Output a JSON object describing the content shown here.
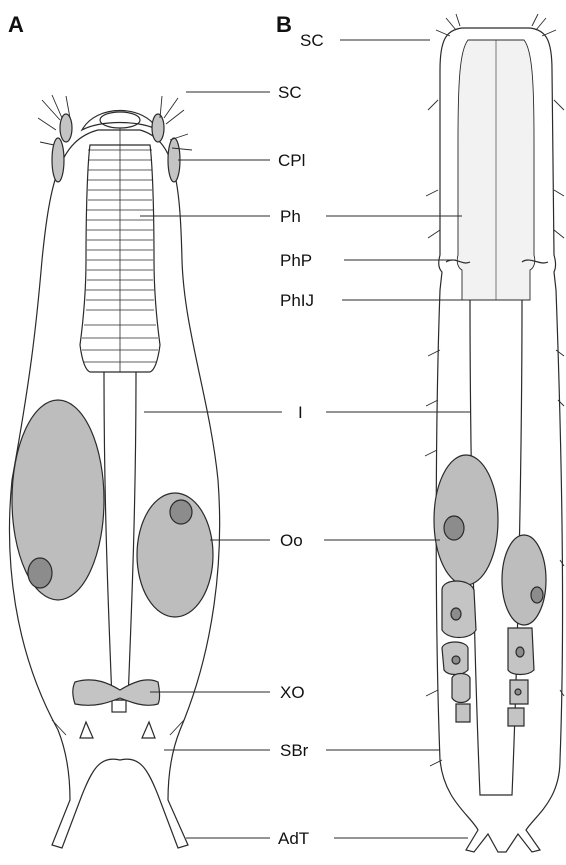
{
  "panels": [
    {
      "letter": "A"
    },
    {
      "letter": "B"
    }
  ],
  "labels": [
    {
      "key": "sc_b",
      "text": "SC"
    },
    {
      "key": "sc_a",
      "text": "SC"
    },
    {
      "key": "cpl",
      "text": "CPl"
    },
    {
      "key": "ph",
      "text": "Ph"
    },
    {
      "key": "php",
      "text": "PhP"
    },
    {
      "key": "phij",
      "text": "PhIJ"
    },
    {
      "key": "i",
      "text": "I"
    },
    {
      "key": "oo",
      "text": "Oo"
    },
    {
      "key": "xo",
      "text": "XO"
    },
    {
      "key": "sbr",
      "text": "SBr"
    },
    {
      "key": "adt",
      "text": "AdT"
    }
  ],
  "colors": {
    "outline": "#2a2a2a",
    "oocyte_fill": "#bdbdbd",
    "nucleus_fill": "#8c8c8c",
    "xo_fill": "#c4c4c4",
    "pharynx_fill_b": "#f2f2f2"
  }
}
